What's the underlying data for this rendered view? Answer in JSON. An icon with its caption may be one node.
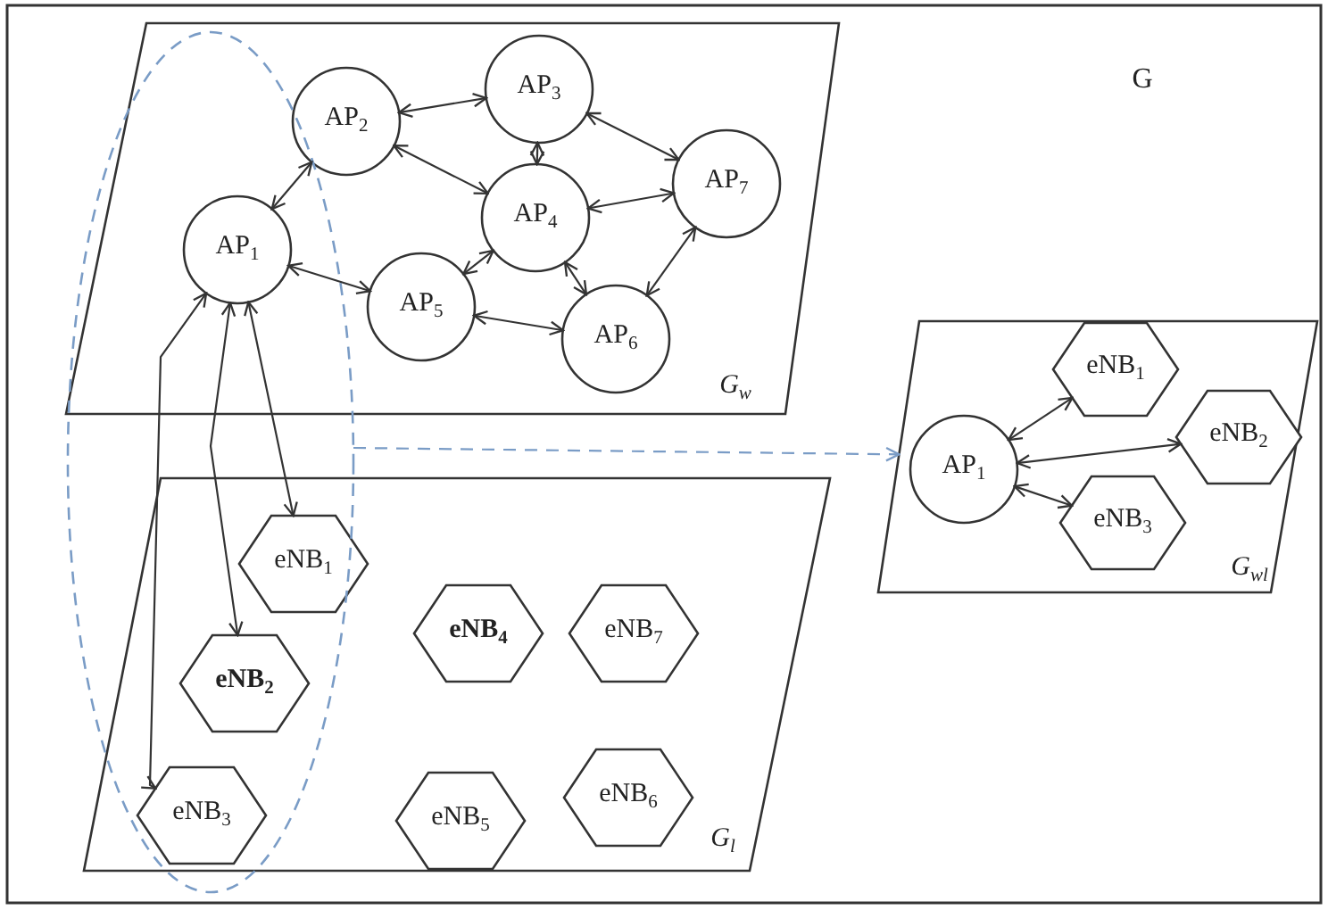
{
  "diagram": {
    "nodes": [
      {
        "text": [
          "G$_{w}$"
        ]
      },
      {
        "text": [
          "AP$_{1}$"
        ],
        "in": 0
      },
      {
        "text": [
          "AP$_{2}$"
        ],
        "in": 0
      },
      {
        "text": [
          "AP$_{3}$"
        ],
        "in": 0
      },
      {
        "text": [
          "AP$_{4}$"
        ],
        "in": 0
      },
      {
        "text": [
          "AP$_{5}$"
        ],
        "in": 0
      },
      {
        "text": [
          "AP$_{6}$"
        ],
        "in": 0
      },
      {
        "text": [
          "AP$_{7}$"
        ],
        "in": 0
      },
      {
        "text": [
          "G$_{l}$"
        ]
      },
      {
        "text": [
          "eNB$_{1}$"
        ],
        "in": 8
      },
      {
        "text": [
          "eNB$_{2}$"
        ],
        "in": 8
      },
      {
        "text": [
          "eNB$_{3}$"
        ],
        "in": 8
      },
      {
        "text": [
          "eNB$_{4}$"
        ],
        "in": 8
      },
      {
        "text": [
          "eNB$_{5}$"
        ],
        "in": 8
      },
      {
        "text": [
          "eNB$_{6}$"
        ],
        "in": 8
      },
      {
        "text": [
          "eNB$_{7}$"
        ],
        "in": 8
      },
      {
        "text": [
          "G$_{wl}$"
        ]
      },
      {
        "text": [
          "AP$_{1}$"
        ],
        "in": 16
      },
      {
        "text": [
          "eNB$_{1}$"
        ],
        "in": 16
      },
      {
        "text": [
          "eNB$_{2}$"
        ],
        "in": 16
      },
      {
        "text": [
          "eNB$_{3}$"
        ],
        "in": 16
      }
    ],
    "edges": [
      {
        "from": 2,
        "to": 3,
        "arrow": "both"
      },
      {
        "from": 3,
        "to": 4,
        "arrow": "both"
      },
      {
        "from": 3,
        "to": 7,
        "arrow": "both"
      },
      {
        "from": 1,
        "to": 2,
        "arrow": "both"
      },
      {
        "from": 2,
        "to": 4,
        "arrow": "both"
      },
      {
        "from": 4,
        "to": 7,
        "arrow": "both"
      },
      {
        "from": 4,
        "to": 5,
        "arrow": "both"
      },
      {
        "from": 4,
        "to": 6,
        "arrow": "both"
      },
      {
        "from": 1,
        "to": 5,
        "arrow": "both"
      },
      {
        "from": 5,
        "to": 6,
        "arrow": "both"
      },
      {
        "from": 7,
        "to": 6,
        "arrow": "both"
      },
      {
        "from": 1,
        "to": 9,
        "arrow": "both"
      },
      {
        "from": 1,
        "to": 10,
        "arrow": "both"
      },
      {
        "from": 1,
        "to": 11,
        "arrow": "both"
      },
      {
        "from": null,
        "to": 16,
        "arrow": "to",
        "style": "dashed",
        "color": "#7a9cc6"
      },
      {
        "from": 17,
        "to": 18,
        "arrow": "both"
      },
      {
        "from": 17,
        "to": 19,
        "arrow": "both"
      },
      {
        "from": 17,
        "to": 20,
        "arrow": "both"
      }
    ],
    "labels": [
      "G"
    ]
  }
}
